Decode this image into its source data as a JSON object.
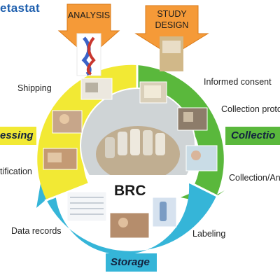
{
  "brand": {
    "text": "etastat"
  },
  "center": {
    "label": "BRC"
  },
  "top_boxes": {
    "analysis": "ANALYSIS",
    "study_design_line1": "STUDY",
    "study_design_line2": "DESIGN"
  },
  "phases": {
    "processing": "essing",
    "collection": "Collectio",
    "storage": "Storage"
  },
  "steps": {
    "shipping": "Shipping",
    "informed_consent": "Informed consent",
    "collection_protocol": "Collection proto",
    "certification": "tification",
    "collection_annotation": "Collection/An",
    "data_records": "Data records",
    "labeling": "Labeling"
  },
  "colors": {
    "yellow_segment": "#f2e934",
    "green_segment": "#5ab83c",
    "blue_segment": "#35b5d8",
    "box_orange": "#f59a38",
    "brand_blue": "#1e5fae",
    "phase_text": "#13233f"
  }
}
